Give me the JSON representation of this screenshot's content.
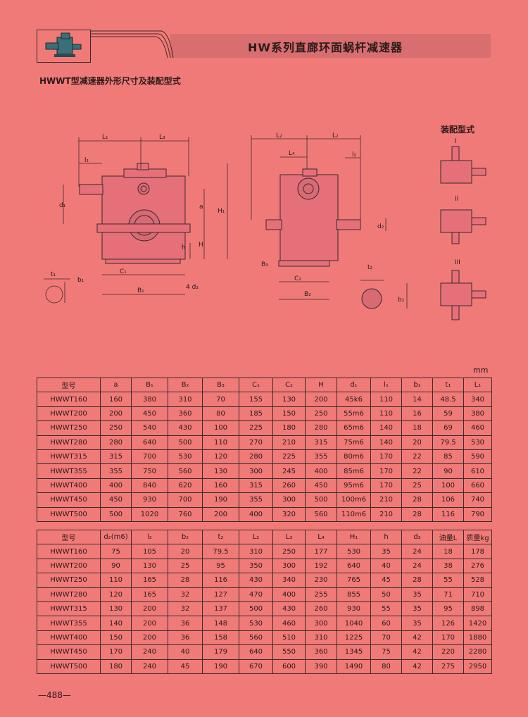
{
  "header": {
    "title": "HW系列直廊环面蜗杆减速器"
  },
  "subtitle": "HWWT型减速器外形尺寸及装配型式",
  "assembly": {
    "label": "装配型式",
    "types": [
      "I",
      "II",
      "III"
    ]
  },
  "dimension_labels": {
    "L1": "L₁",
    "L3": "L₃",
    "l1": "l₁",
    "d1": "d₁",
    "a": "a",
    "H1": "H₁",
    "H": "H",
    "h": "h",
    "t1": "t₁",
    "b1": "b₁",
    "C1": "C₁",
    "B1": "B₁",
    "d3": "4 d₃",
    "L2": "L₂",
    "L4": "L₄",
    "l2": "l₂",
    "d2": "d₂",
    "B3": "B₃",
    "C2": "C₂",
    "B2": "B₂",
    "t2": "t₂",
    "b2": "b₂"
  },
  "units": "mm",
  "table1": {
    "headers": [
      "型号",
      "a",
      "B₁",
      "B₂",
      "B₃",
      "C₁",
      "C₂",
      "H",
      "d₁",
      "l₁",
      "b₁",
      "t₁",
      "L₁"
    ],
    "rows": [
      [
        "HWWT160",
        "160",
        "380",
        "310",
        "70",
        "155",
        "130",
        "200",
        "45k6",
        "110",
        "14",
        "48.5",
        "340"
      ],
      [
        "HWWT200",
        "200",
        "450",
        "360",
        "80",
        "185",
        "150",
        "250",
        "55m6",
        "110",
        "16",
        "59",
        "380"
      ],
      [
        "HWWT250",
        "250",
        "540",
        "430",
        "100",
        "225",
        "180",
        "280",
        "65m6",
        "140",
        "18",
        "69",
        "460"
      ],
      [
        "HWWT280",
        "280",
        "640",
        "500",
        "110",
        "270",
        "210",
        "315",
        "75m6",
        "140",
        "20",
        "79.5",
        "530"
      ],
      [
        "HWWT315",
        "315",
        "700",
        "530",
        "120",
        "280",
        "225",
        "355",
        "80m6",
        "170",
        "22",
        "85",
        "590"
      ],
      [
        "HWWT355",
        "355",
        "750",
        "560",
        "130",
        "300",
        "245",
        "400",
        "85m6",
        "170",
        "22",
        "90",
        "610"
      ],
      [
        "HWWT400",
        "400",
        "840",
        "620",
        "160",
        "315",
        "260",
        "450",
        "95m6",
        "170",
        "25",
        "100",
        "660"
      ],
      [
        "HWWT450",
        "450",
        "930",
        "700",
        "190",
        "355",
        "300",
        "500",
        "100m6",
        "210",
        "28",
        "106",
        "740"
      ],
      [
        "HWWT500",
        "500",
        "1020",
        "760",
        "200",
        "400",
        "320",
        "560",
        "110m6",
        "210",
        "28",
        "116",
        "790"
      ]
    ]
  },
  "table2": {
    "headers": [
      "型号",
      "d₂(m6)",
      "l₂",
      "b₂",
      "t₂",
      "L₂",
      "L₃",
      "L₄",
      "H₁",
      "h",
      "d₃",
      "油量L",
      "质量kg"
    ],
    "rows": [
      [
        "HWWT160",
        "75",
        "105",
        "20",
        "79.5",
        "310",
        "250",
        "177",
        "530",
        "35",
        "24",
        "18",
        "178"
      ],
      [
        "HWWT200",
        "90",
        "130",
        "25",
        "95",
        "350",
        "300",
        "192",
        "640",
        "40",
        "24",
        "38",
        "276"
      ],
      [
        "HWWT250",
        "110",
        "165",
        "28",
        "116",
        "430",
        "340",
        "230",
        "765",
        "45",
        "28",
        "55",
        "528"
      ],
      [
        "HWWT280",
        "120",
        "165",
        "32",
        "127",
        "470",
        "400",
        "255",
        "855",
        "50",
        "35",
        "71",
        "710"
      ],
      [
        "HWWT315",
        "130",
        "200",
        "32",
        "137",
        "500",
        "430",
        "260",
        "930",
        "55",
        "35",
        "95",
        "898"
      ],
      [
        "HWWT355",
        "140",
        "200",
        "36",
        "148",
        "530",
        "460",
        "300",
        "1040",
        "60",
        "35",
        "126",
        "1420"
      ],
      [
        "HWWT400",
        "150",
        "200",
        "36",
        "158",
        "560",
        "510",
        "310",
        "1225",
        "70",
        "42",
        "170",
        "1880"
      ],
      [
        "HWWT450",
        "170",
        "240",
        "40",
        "179",
        "640",
        "550",
        "360",
        "1345",
        "75",
        "42",
        "220",
        "2280"
      ],
      [
        "HWWT500",
        "180",
        "240",
        "45",
        "190",
        "670",
        "600",
        "390",
        "1490",
        "80",
        "42",
        "275",
        "2950"
      ]
    ]
  },
  "page_number": "—488—"
}
